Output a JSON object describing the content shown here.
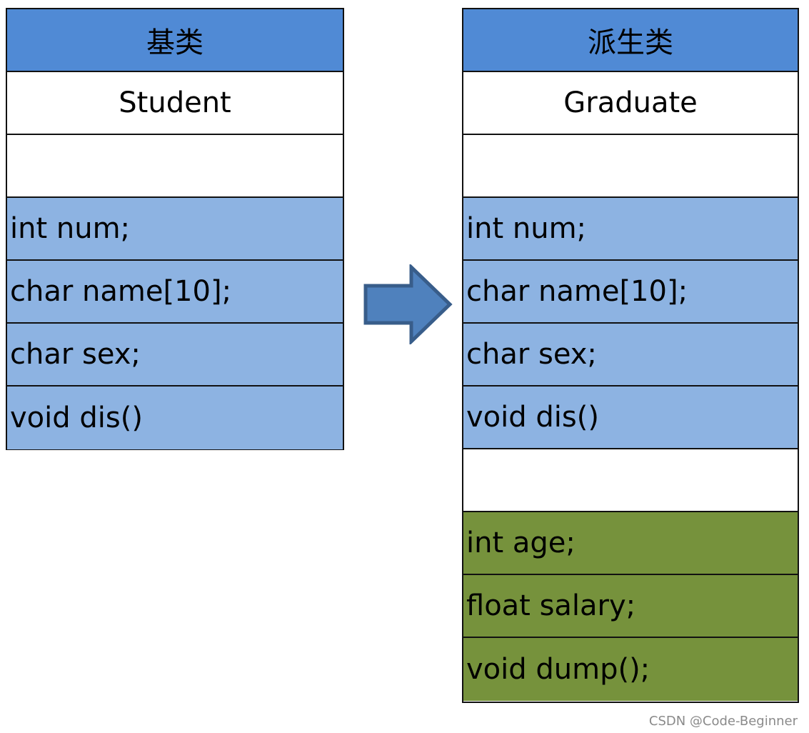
{
  "base": {
    "header": "基类",
    "name": "Student",
    "empty": "",
    "members": [
      "int num;",
      "char name[10];",
      "char sex;",
      "void dis()"
    ]
  },
  "derived": {
    "header": "派生类",
    "name": "Graduate",
    "empty": "",
    "inherited_members": [
      "int num;",
      "char name[10];",
      "char sex;",
      "void dis()"
    ],
    "empty2": "",
    "new_members": [
      "int age;",
      "float salary;",
      "void dump();"
    ]
  },
  "watermark": "CSDN @Code-Beginner",
  "colors": {
    "header": "#508ad5",
    "inherited": "#8db3e2",
    "new": "#76923c",
    "arrow": "#4f81bd",
    "arrow_border": "#385d8a"
  }
}
